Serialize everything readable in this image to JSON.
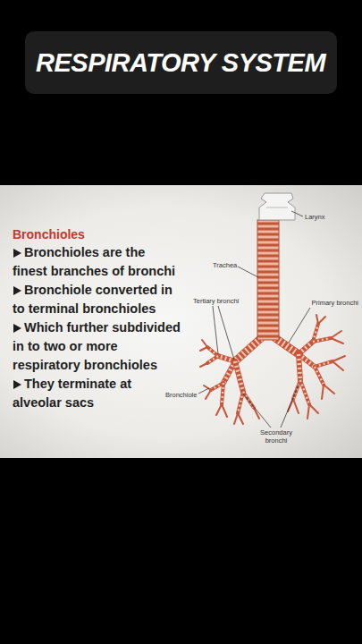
{
  "diagram": {
    "title": "RESPIRATORY SYSTEM",
    "labels": [
      "Bronchioles",
      "Bronchioles are the finest branches of bronchi",
      "Bronchiole converted in to terminal bronchioles",
      "Which further subdivided in to two or more respiratory bronchioles",
      "They terminate at alveolar sacs",
      "Larynx",
      "Trachea",
      "Tertiary bronchi",
      "Primary bronchi",
      "Bronchiole",
      "Secondary bronchi"
    ]
  }
}
